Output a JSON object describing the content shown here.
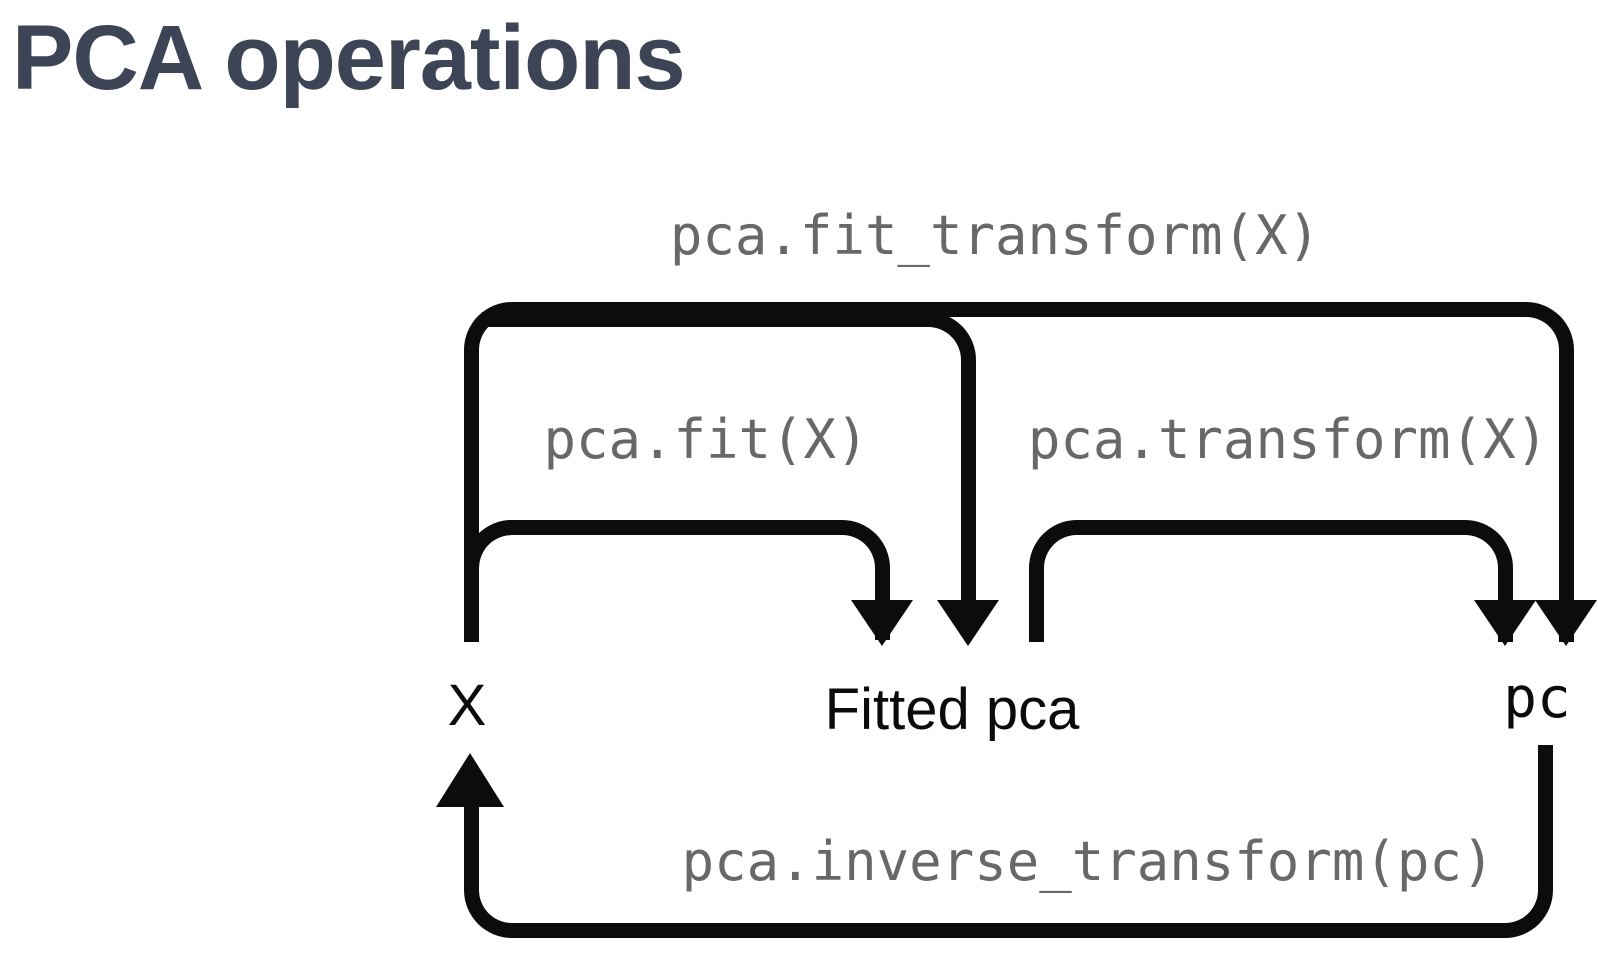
{
  "title": "PCA operations",
  "colors": {
    "title_text": "#3d4455",
    "code_text": "#686868",
    "arrow_line": "#0c0c0c",
    "background": "#ffffff"
  },
  "diagram": {
    "operations": {
      "fit_transform": "pca.fit_transform(X)",
      "fit": "pca.fit(X)",
      "transform": "pca.transform(X)",
      "inverse_transform": "pca.inverse_transform(pc)"
    },
    "nodes": {
      "input": "X",
      "model": "Fitted pca",
      "output": "pc"
    }
  }
}
